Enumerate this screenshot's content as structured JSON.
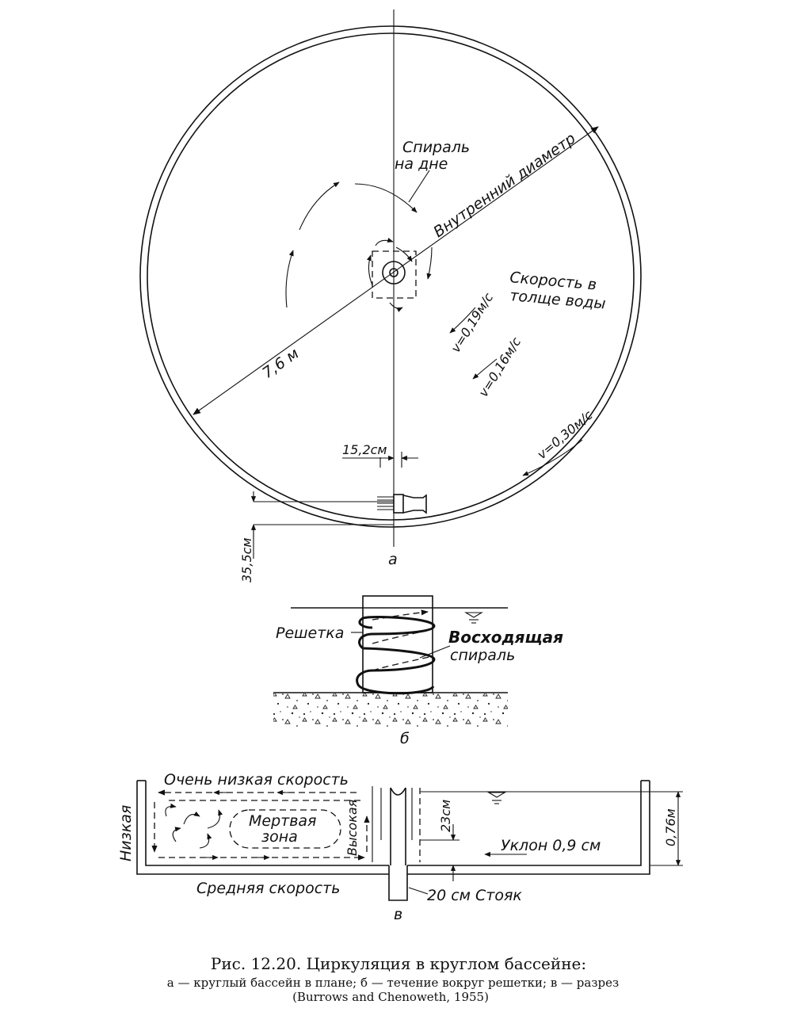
{
  "figure_a": {
    "labels": {
      "spiral_bottom_1": "Спираль",
      "spiral_bottom_2": "на дне",
      "inner_diameter": "Внутренний диаметр",
      "velocity_title_1": "Скорость в",
      "velocity_title_2": "толще воды",
      "v1": "v=0,19м/с",
      "v2": "v=0,16м/с",
      "v3": "v=0,30м/с",
      "radius": "7,6 м",
      "dim_152": "15,2см",
      "dim_355": "35,5см",
      "panel_letter": "а"
    }
  },
  "figure_b": {
    "labels": {
      "grate": "Решетка",
      "rising_1": "Восходящая",
      "rising_2": "спираль",
      "panel_letter": "б"
    }
  },
  "figure_c": {
    "labels": {
      "very_low": "Очень низкая скорость",
      "low": "Низкая",
      "dead_1": "Мертвая",
      "dead_2": "зона",
      "high": "Высокая",
      "medium": "Средняя скорость",
      "dim_23": "23см",
      "dim_076": "0,76м",
      "slope": "Уклон 0,9 см",
      "riser": "20 см Стояк",
      "panel_letter": "в"
    }
  },
  "caption": {
    "title": "Рис. 12.20. Циркуляция в круглом бассейне:",
    "line1": "а — круглый бассейн в плане; б — течение вокруг решетки; в — разрез",
    "line2": "(Burrows and Chenoweth, 1955)"
  }
}
